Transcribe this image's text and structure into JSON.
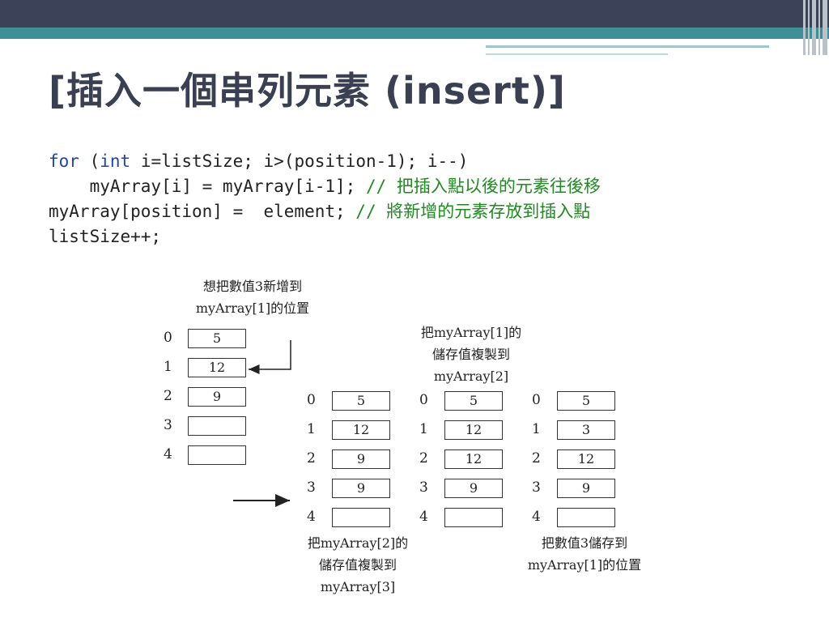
{
  "slide": {
    "title": "[插入一個串列元素 (insert)]"
  },
  "code": {
    "line1_kw": "for",
    "line1_paren": " (",
    "line1_kw2": "int",
    "line1_rest": " i=listSize; i>(position-1); i--)",
    "line2_code": "    myArray[i] = myArray[i-1]; ",
    "line2_comment": "// 把插入點以後的元素往後移",
    "line3_code": "myArray[position] =  element; ",
    "line3_comment": "// 將新增的元素存放到插入點",
    "line4_code": "listSize++;"
  },
  "annotations": {
    "top_left_1": "想把數值3新增到",
    "top_left_2": "myArray[1]的位置",
    "top_mid_1": "把myArray[1]的",
    "top_mid_2": "儲存值複製到",
    "top_mid_3": "myArray[2]",
    "bottom_left_1": "把myArray[2]的",
    "bottom_left_2": "儲存值複製到",
    "bottom_left_3": "myArray[3]",
    "bottom_right_1": "把數值3儲存到",
    "bottom_right_2": "myArray[1]的位置"
  },
  "arrays": [
    {
      "indices": [
        "0",
        "1",
        "2",
        "3",
        "4"
      ],
      "values": [
        "5",
        "12",
        "9",
        "",
        ""
      ]
    },
    {
      "indices": [
        "0",
        "1",
        "2",
        "3",
        "4"
      ],
      "values": [
        "5",
        "12",
        "9",
        "9",
        ""
      ]
    },
    {
      "indices": [
        "0",
        "1",
        "2",
        "3",
        "4"
      ],
      "values": [
        "5",
        "12",
        "12",
        "9",
        ""
      ]
    },
    {
      "indices": [
        "0",
        "1",
        "2",
        "3",
        "4"
      ],
      "values": [
        "5",
        "3",
        "12",
        "9",
        ""
      ]
    }
  ],
  "colors": {
    "header_dark": "#3c4257",
    "header_teal": "#3f8f96",
    "keyword": "#1f45a8",
    "comment": "#1f8a20"
  }
}
